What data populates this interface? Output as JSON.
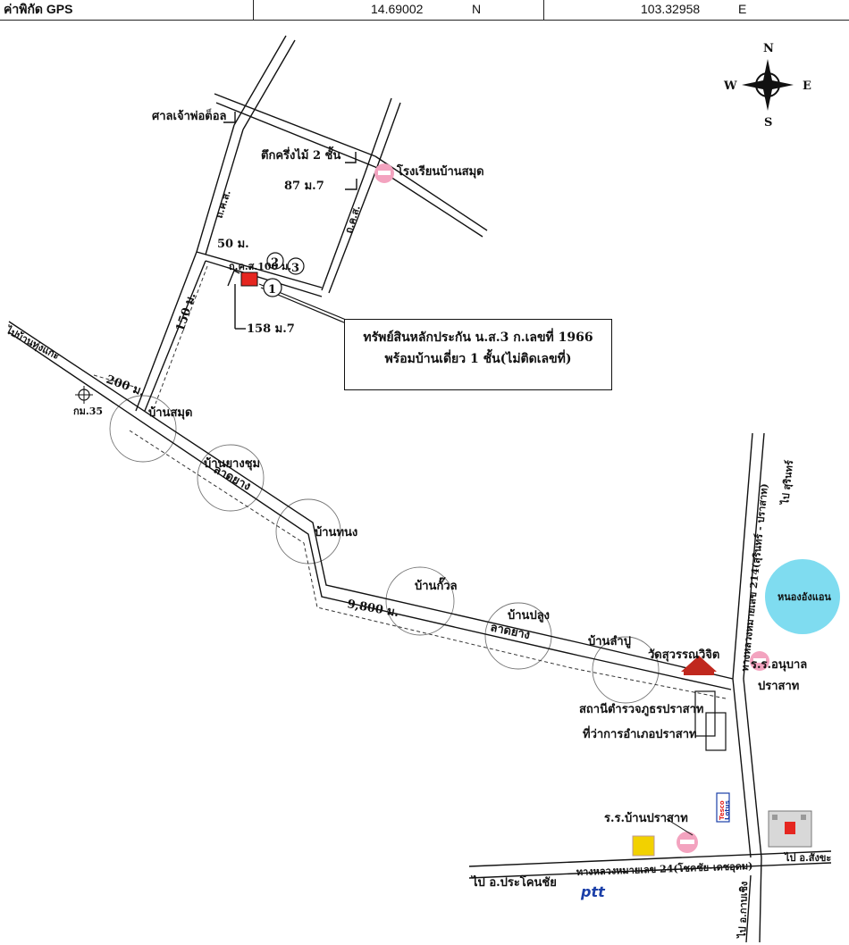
{
  "gps": {
    "label": "ค่าพิกัด  GPS",
    "lat": "14.69002",
    "lat_dir": "N",
    "lon": "103.32958",
    "lon_dir": "E"
  },
  "compass": {
    "n": "N",
    "s": "S",
    "e": "E",
    "w": "W"
  },
  "callout": {
    "line1": "ทรัพย์สินหลักประกัน น.ส.3 ก.เลขที่ 1966",
    "line2": "พร้อมบ้านเดี่ยว 1 ชั้น(ไม่ติดเลขที่)"
  },
  "labels": {
    "shrine": "ศาลเจ้าพ่อต็อล",
    "half_wood": "ตึกครึ่งไม้ 2 ชั้น",
    "school_samut": "โรงเรียนบ้านสมุด",
    "house_87": "87 ม.7",
    "house_158": "158 ม.7",
    "dist_50": "50 ม.",
    "dist_150": "150 ม.",
    "dist_200": "200 ม.",
    "dist_9800": "9,800 ม.",
    "dist_100": "ถ.ค.ส.100 ม.",
    "road_dirt_1": "ถ.ค.ส.",
    "road_dirt_2": "ถ.ค.ส.",
    "km35": "กม.35",
    "to_ban": "ไปบ้านทุ่งแกะ",
    "ban_samut": "บ้านสมุด",
    "ban_yangchum": "บ้านยางชุม",
    "ban_thanong": "บ้านทนง",
    "ban_kuan": "บ้านกั๊วล",
    "ban_plung": "บ้านปลูง",
    "ban_lampu": "บ้านลำปู",
    "asphalt_1": "ลาดยาง",
    "asphalt_2": "ลาดยาง",
    "wat": "วัดสุวรรณวิจิต",
    "school_anuban": "ร.ร.อนุบาล",
    "prasat": "ปราสาท",
    "police": "สถานีตำรวจภูธรปราสาท",
    "district_office": "ที่ว่าการอำเภอปราสาท",
    "pond": "หนองอังแอน",
    "hw214": "ทางหลวงหมายเลข 214(สุรินทร์ - ปราสาท)",
    "to_surin": "ไป สุรินทร์",
    "school_prasat": "ร.ร.บ้านปราสาท",
    "to_prakhonchai": "ไป อ.ประโคนชัย",
    "hw24": "ทางหลวงหมายเลข 24(โชคชัย-เดชอุดม)",
    "to_sangkha": "ไป อ.สังขะ",
    "to_kapchoeng": "ไป อ.กาบเชิง",
    "ptt": "ptt",
    "tesco": "Tesco",
    "lotus": "Lotus",
    "num1": "1",
    "num2": "2",
    "num3": "3"
  },
  "colors": {
    "property": "#e52620",
    "school_marker": "#f3a3bf",
    "pond": "#7fdcf0",
    "wat": "#c0281e",
    "ptt_blue": "#1b3fa8"
  }
}
